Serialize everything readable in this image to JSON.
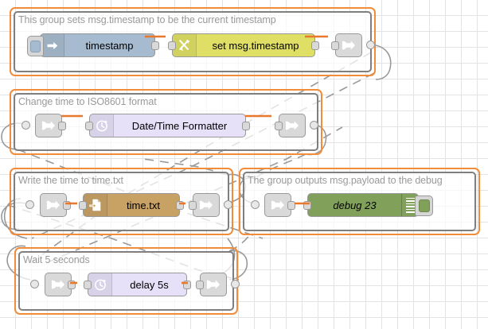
{
  "app": {
    "name": "node-red-flow-editor",
    "canvas_background": "#ffffff",
    "grid_color": "#e3e3e3",
    "group_border_color": "#f08c3a",
    "group_inner_border_color": "#7f7f7f",
    "group_label_color": "#9a9a9a",
    "wire_color": "#e8792c",
    "virtual_wire_color": "#999999"
  },
  "groups": [
    {
      "id": "group-timestamp",
      "label": "This group sets msg.timestamp to be the current timestamp",
      "nodes": [
        {
          "id": "inject-timestamp",
          "type": "inject",
          "label": "timestamp",
          "icon": "inject-arrow-icon",
          "color": "#a6bbcf"
        },
        {
          "id": "change-timestamp",
          "type": "change",
          "label": "set msg.timestamp",
          "icon": "change-swap-icon",
          "color": "#dfdf66"
        },
        {
          "id": "link-out-1",
          "type": "link out",
          "label": "",
          "icon": "link-out-icon",
          "color": "#d9d9d9"
        }
      ]
    },
    {
      "id": "group-iso8601",
      "label": "Change time to ISO8601 format",
      "nodes": [
        {
          "id": "link-in-2",
          "type": "link in",
          "label": "",
          "icon": "link-in-icon",
          "color": "#d9d9d9"
        },
        {
          "id": "date-formatter",
          "type": "date/time formatter",
          "label": "Date/Time Formatter",
          "icon": "clock-icon",
          "color": "#e6e0f8"
        },
        {
          "id": "link-out-2",
          "type": "link out",
          "label": "",
          "icon": "link-out-icon",
          "color": "#d9d9d9"
        }
      ]
    },
    {
      "id": "group-write-file",
      "label": "Write the time to time.txt",
      "nodes": [
        {
          "id": "link-in-3",
          "type": "link in",
          "label": "",
          "icon": "link-in-icon",
          "color": "#d9d9d9"
        },
        {
          "id": "file-write",
          "type": "file",
          "label": "time.txt",
          "icon": "file-out-icon",
          "color": "#c8a165"
        },
        {
          "id": "link-out-3",
          "type": "link out",
          "label": "",
          "icon": "link-out-icon",
          "color": "#d9d9d9"
        }
      ]
    },
    {
      "id": "group-debug",
      "label": "The group outputs msg.payload to the debug",
      "nodes": [
        {
          "id": "link-in-4",
          "type": "link in",
          "label": "",
          "icon": "link-in-icon",
          "color": "#d9d9d9"
        },
        {
          "id": "debug-23",
          "type": "debug",
          "label": "debug 23",
          "icon": "debug-lines-icon",
          "color": "#81a15a",
          "italic": true
        }
      ]
    },
    {
      "id": "group-wait",
      "label": "Wait 5 seconds",
      "nodes": [
        {
          "id": "link-in-5",
          "type": "link in",
          "label": "",
          "icon": "link-in-icon",
          "color": "#d9d9d9"
        },
        {
          "id": "delay-node",
          "type": "delay",
          "label": "delay 5s",
          "icon": "clock-icon",
          "color": "#e6e0f8"
        },
        {
          "id": "link-out-5",
          "type": "link out",
          "label": "",
          "icon": "link-out-icon",
          "color": "#d9d9d9"
        }
      ]
    }
  ]
}
